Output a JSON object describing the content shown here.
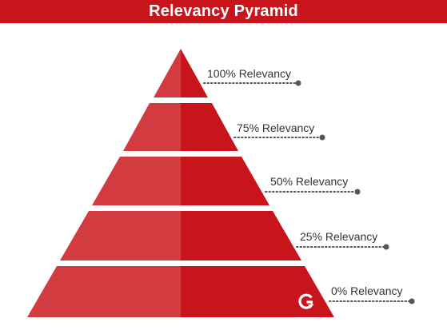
{
  "title": "Relevancy Pyramid",
  "colors": {
    "header_bg": "#c8151b",
    "tier_light": "#d23b40",
    "tier_dark": "#c8151b",
    "dot": "#555555",
    "label_text": "#333333"
  },
  "tiers": [
    {
      "label": "100% Relevancy",
      "value": 100
    },
    {
      "label": "75% Relevancy",
      "value": 75
    },
    {
      "label": "50% Relevancy",
      "value": 50
    },
    {
      "label": "25% Relevancy",
      "value": 25
    },
    {
      "label": "0% Relevancy",
      "value": 0
    }
  ],
  "logo_icon": "g-logo-icon"
}
